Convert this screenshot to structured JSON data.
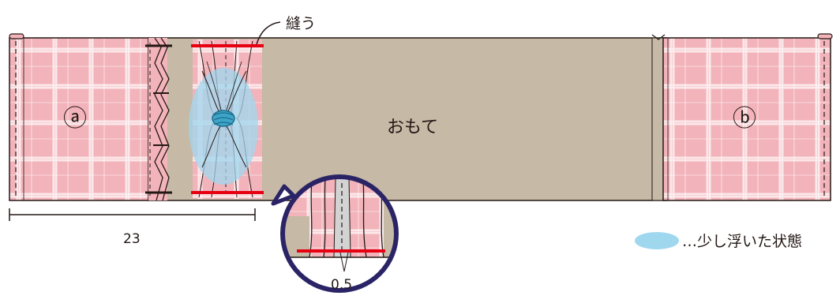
{
  "labels": {
    "stitch": "縫う",
    "right_side": "おもて",
    "part_a": "ⓐ",
    "part_b": "ⓑ",
    "dimension_width": "23",
    "seam_allowance": "0.5"
  },
  "legend": {
    "text": "…少し浮いた状態",
    "color": "#9fd7ef"
  },
  "colors": {
    "fabric_plain": "#c6b9a5",
    "fabric_plaid": "#f2b3ba",
    "plaid_line": "#ffffff",
    "stitch_red": "#e60012",
    "outline": "#231815",
    "magnifier_ring": "#2a2466",
    "gather_tie": "#3da5c8"
  }
}
